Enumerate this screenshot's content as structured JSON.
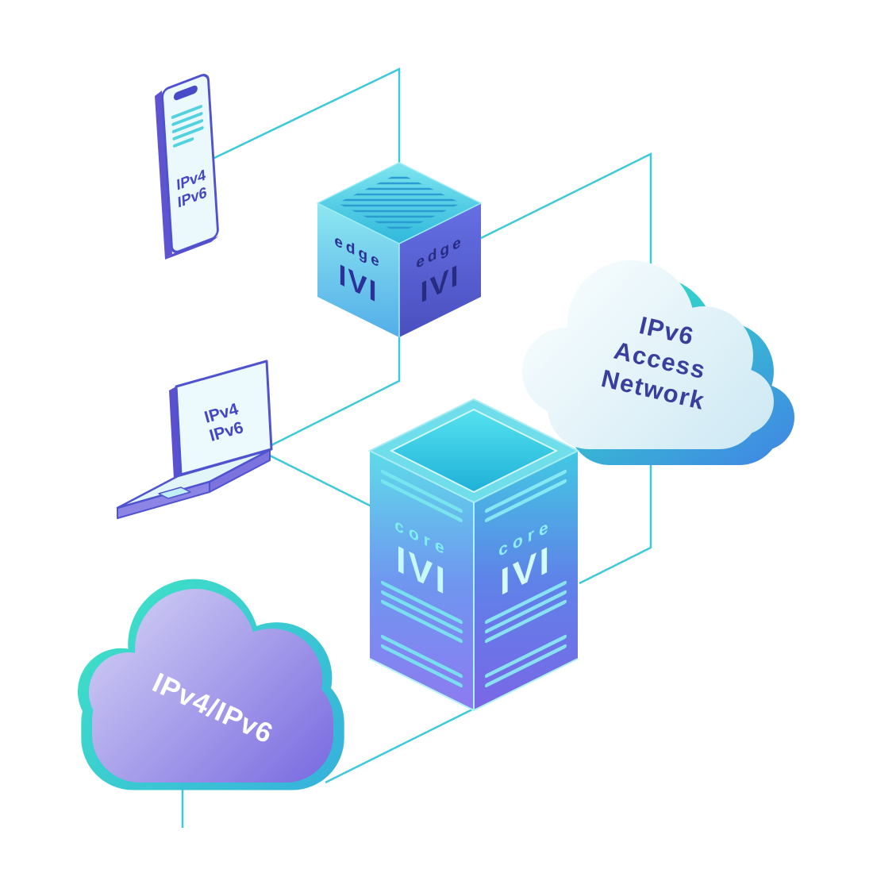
{
  "diagram": {
    "background_color": "#ffffff",
    "connection_color": "#3cc9da",
    "nodes": {
      "phone": {
        "type": "smartphone",
        "label_line1": "IPv4",
        "label_line2": "IPv6"
      },
      "edge_router": {
        "type": "edge router isometric cube",
        "left_face": {
          "name": "edge",
          "tech": "IVI"
        },
        "right_face": {
          "name": "edge",
          "tech": "IVI"
        }
      },
      "laptop": {
        "type": "laptop",
        "label_line1": "IPv4",
        "label_line2": "IPv6"
      },
      "core_router": {
        "type": "core router isometric tower",
        "left_face": {
          "name": "core",
          "tech": "IVI"
        },
        "right_face": {
          "name": "core",
          "tech": "IVI"
        }
      },
      "ipv6_access_cloud": {
        "type": "cloud",
        "line1": "IPv6",
        "line2": "Access",
        "line3": "Network"
      },
      "dual_stack_cloud": {
        "type": "cloud",
        "label": "IPv4/IPv6"
      }
    },
    "connections": [
      {
        "from": "phone",
        "to": "edge_router"
      },
      {
        "from": "edge_router",
        "to": "ipv6_access_cloud"
      },
      {
        "from": "ipv6_access_cloud",
        "to": "core_router"
      },
      {
        "from": "edge_router",
        "to": "laptop"
      },
      {
        "from": "laptop",
        "to": "core_router"
      },
      {
        "from": "core_router",
        "to": "dual_stack_cloud"
      }
    ],
    "palette": {
      "cyan": "#35cfdd",
      "teal": "#2fd8c4",
      "indigo": "#4649c9",
      "purple": "#7b6ce0",
      "light_blue": "#cfe9f4",
      "white": "#ffffff"
    }
  }
}
